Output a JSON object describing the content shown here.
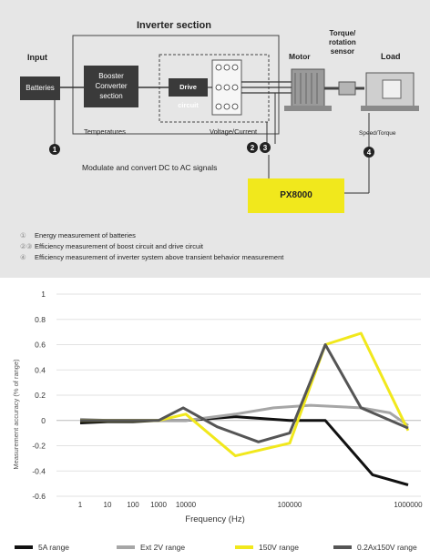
{
  "diagram": {
    "inverter_section_label": "Inverter section",
    "input_label": "Input",
    "batteries_label": "Batteries",
    "booster_label_1": "Booster",
    "booster_label_2": "Converter",
    "booster_label_3": "section",
    "drive_circuit_label": "Drive circuit",
    "motor_label": "Motor",
    "torque_label_1": "Torque/",
    "torque_label_2": "rotation",
    "torque_label_3": "sensor",
    "load_label": "Load",
    "temperatures_label": "Temperatures",
    "voltage_current_label": "Voltage/Current",
    "speed_torque_label": "Speed/Torque",
    "modulate_label": "Modulate and convert DC to AC signals",
    "px8000_label": "PX8000",
    "markers": [
      "1",
      "2",
      "3",
      "4"
    ],
    "legend": [
      {
        "symbol": "①",
        "text": "Energy measurement of batteries"
      },
      {
        "symbol": "②③",
        "text": "Efficiency measurement of boost circuit and drive circuit"
      },
      {
        "symbol": "④",
        "text": "Efficiency measurement of inverter system above transient behavior measurement"
      }
    ],
    "colors": {
      "accent": "#f1e81c",
      "dark_box": "#3a3a3a",
      "panel": "#e6e6e6"
    }
  },
  "chart_data": {
    "type": "line",
    "xlabel": "Frequency (Hz)",
    "ylabel": "Measurement accuracy (% of range)",
    "x_scale": "log",
    "x_tick_labels": [
      "1",
      "10",
      "100",
      "1000",
      "10000",
      "100000",
      "1000000"
    ],
    "ylim": [
      -0.6,
      1.0
    ],
    "y_ticks": [
      -0.6,
      -0.4,
      -0.2,
      0,
      0.2,
      0.4,
      0.6,
      0.8,
      1
    ],
    "grid": "horizontal",
    "legend_position": "bottom",
    "series": [
      {
        "name": "5A range",
        "color": "#111111",
        "points": [
          [
            1,
            -0.02
          ],
          [
            10,
            -0.01
          ],
          [
            100,
            -0.01
          ],
          [
            1000,
            0.0
          ],
          [
            10000,
            0.0
          ],
          [
            30000,
            0.03
          ],
          [
            100000,
            0.0
          ],
          [
            200000,
            0.0
          ],
          [
            500000,
            -0.43
          ],
          [
            1000000,
            -0.51
          ]
        ]
      },
      {
        "name": "Ext 2V range",
        "color": "#a6a6a6",
        "points": [
          [
            1,
            0.01
          ],
          [
            10,
            0.0
          ],
          [
            100,
            0.0
          ],
          [
            1000,
            0.0
          ],
          [
            10000,
            0.0
          ],
          [
            30000,
            0.05
          ],
          [
            70000,
            0.1
          ],
          [
            150000,
            0.12
          ],
          [
            400000,
            0.1
          ],
          [
            700000,
            0.06
          ],
          [
            1000000,
            -0.04
          ]
        ]
      },
      {
        "name": "150V range",
        "color": "#f1e81c",
        "points": [
          [
            1,
            0.0
          ],
          [
            10,
            0.0
          ],
          [
            100,
            0.0
          ],
          [
            1000,
            0.0
          ],
          [
            10000,
            0.05
          ],
          [
            30000,
            -0.28
          ],
          [
            100000,
            -0.18
          ],
          [
            200000,
            0.6
          ],
          [
            400000,
            0.69
          ],
          [
            1000000,
            -0.08
          ]
        ]
      },
      {
        "name": "0.2Ax150V range",
        "color": "#555555",
        "points": [
          [
            1,
            0.0
          ],
          [
            10,
            0.0
          ],
          [
            100,
            0.0
          ],
          [
            1000,
            0.0
          ],
          [
            8000,
            0.1
          ],
          [
            20000,
            -0.05
          ],
          [
            50000,
            -0.17
          ],
          [
            100000,
            -0.1
          ],
          [
            200000,
            0.6
          ],
          [
            400000,
            0.1
          ],
          [
            1000000,
            -0.06
          ]
        ]
      }
    ]
  }
}
